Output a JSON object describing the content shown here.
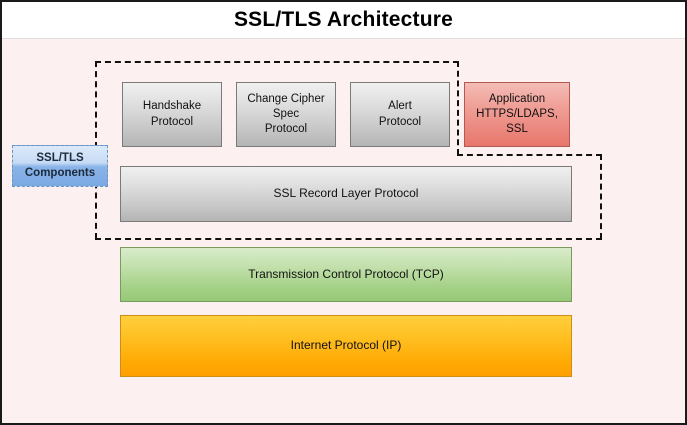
{
  "header": {
    "title": "SSL/TLS Architecture"
  },
  "colors": {
    "background": "#fdf0f0",
    "frame_border": "#1a1a1a",
    "gray_box_top": "#f0f0f0",
    "gray_box_bottom": "#b4b4b4",
    "red_box_top": "#f4bcb6",
    "red_box_bottom": "#e8766c",
    "green_box_top": "#d9ebcb",
    "green_box_bottom": "#97c877",
    "orange_box_top": "#ffcf3d",
    "orange_box_bottom": "#ff9f00",
    "blue_box_top": "#dceafa",
    "blue_box_bottom": "#7aa9e2",
    "dashed_outline": "#111111"
  },
  "diagram": {
    "components_label": "SSL/TLS\nComponents",
    "components_label_line1": "SSL/TLS",
    "components_label_line2": "Components",
    "upper_layer": [
      {
        "id": "handshake",
        "line1": "Handshake",
        "line2": "Protocol",
        "line3": "",
        "style": "gray"
      },
      {
        "id": "change-cipher-spec",
        "line1": "Change Cipher",
        "line2": "Spec",
        "line3": "Protocol",
        "style": "gray"
      },
      {
        "id": "alert",
        "line1": "Alert",
        "line2": "Protocol",
        "line3": "",
        "style": "gray"
      },
      {
        "id": "application",
        "line1": "Application",
        "line2": "HTTPS/LDAPS,",
        "line3": "SSL",
        "style": "red"
      }
    ],
    "record_layer": {
      "id": "ssl-record-layer",
      "label": "SSL Record Layer Protocol",
      "style": "gray"
    },
    "transport_layer": {
      "id": "tcp",
      "label": "Transmission Control Protocol (TCP)",
      "style": "green"
    },
    "network_layer": {
      "id": "ip",
      "label": "Internet Protocol (IP)",
      "style": "orange"
    }
  }
}
